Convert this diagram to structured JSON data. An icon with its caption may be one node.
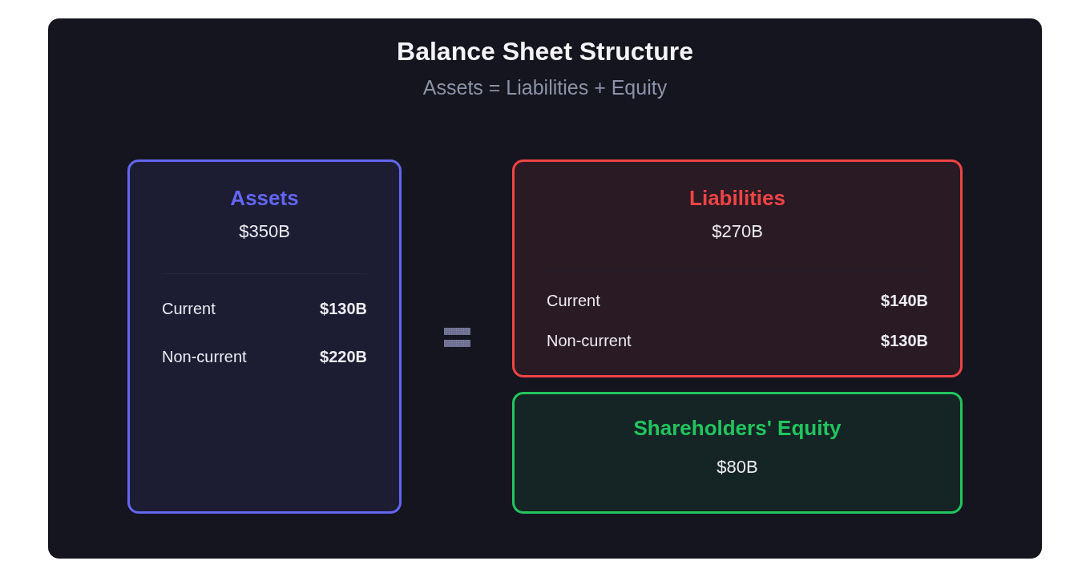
{
  "diagram": {
    "title": "Balance Sheet Structure",
    "nodes": [
      {
        "text": [
          "Assets",
          "$350B",
          "Current",
          "$130B",
          "Non-current",
          "$220B"
        ]
      },
      {
        "text": [
          "Liabilities",
          "$270B",
          "Current",
          "$140B",
          "Non-current",
          "$130B"
        ]
      },
      {
        "text": [
          "Shareholders' Equity",
          "$80B"
        ]
      }
    ],
    "edges": [],
    "labels": [
      "Assets = Liabilities + Equity"
    ]
  }
}
